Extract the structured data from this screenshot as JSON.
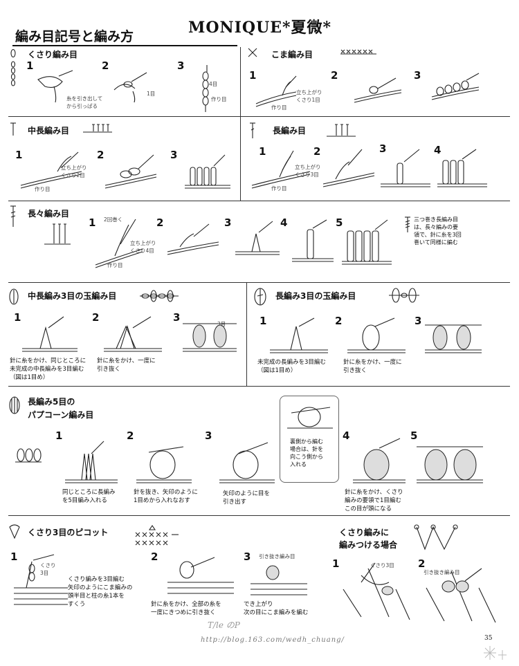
{
  "header": {
    "brand": "MONIQUE*夏微*",
    "page_title": "編み目記号と編み方",
    "page_number": "35"
  },
  "watermark": {
    "text": "T/le  のP",
    "url": "http://blog.163.com/wedh_chuang/"
  },
  "sections": {
    "chain": {
      "title": "くさり編み目",
      "steps": [
        "1",
        "2",
        "3"
      ],
      "ann1": "糸を引き出して\nから引っぱる",
      "ann2": "1目",
      "ann3": "4目",
      "ann4": "作り目"
    },
    "sc": {
      "title": "こま編み目",
      "steps": [
        "1",
        "2",
        "3"
      ],
      "ann1": "立ち上がり\nくさり1目",
      "ann2": "作り目"
    },
    "hdc": {
      "title": "中長編み目",
      "steps": [
        "1",
        "2",
        "3"
      ],
      "ann1": "立ち上がり\nくさり2目",
      "ann2": "作り目"
    },
    "dc": {
      "title": "長編み目",
      "steps": [
        "1",
        "2",
        "3",
        "4"
      ],
      "ann1": "立ち上がり\nくさり3目",
      "ann2": "作り目"
    },
    "tr": {
      "title": "長々編み目",
      "steps": [
        "1",
        "2",
        "3",
        "4",
        "5"
      ],
      "ann1": "2回巻く",
      "ann2": "立ち上がり\nくさり4目",
      "ann3": "作り目",
      "note": "三つ巻き長編み目\nは、長々編みの要\n領で、針に糸を3回\n巻いて同様に編む"
    },
    "hdc_bobble": {
      "title": "中長編み3目の玉編み目",
      "steps": [
        "1",
        "2",
        "3"
      ],
      "cap1": "針に糸をかけ、同じところに\n未完成の中長編みを3目編む\n（図は1目め）",
      "cap2": "針に糸をかけ、一度に\n引き抜く",
      "ann": "3目"
    },
    "dc_bobble": {
      "title": "長編み3目の玉編み目",
      "steps": [
        "1",
        "2",
        "3"
      ],
      "cap1": "未完成の長編みを3目編む\n（図は1目め）",
      "cap2": "針に糸をかけ、一度に\n引き抜く"
    },
    "popcorn": {
      "title": "長編み5目の\nパプコーン編み目",
      "steps": [
        "1",
        "2",
        "3",
        "4",
        "5"
      ],
      "cap1": "同じところに長編み\nを5目編み入れる",
      "cap2": "針を抜き、矢印のように\n1目めから入れなおす",
      "cap3": "矢印のように目を\n引き出す",
      "box": "裏側から編む\n場合は、針を\n向こう側から\n入れる",
      "cap4": "針に糸をかけ、くさり\n編みの要領で1目編む\nこの目が頭になる"
    },
    "picot": {
      "title": "くさり3目のピコット",
      "steps": [
        "1",
        "2",
        "3"
      ],
      "ann1": "くさり\n3目",
      "cap1": "くさり編みを3目編む\n矢印のようにこま編みの\n頭半目と柱の糸1本を\nすくう",
      "cap2": "針に糸をかけ、全部の糸を\n一度にきつめに引き抜く",
      "ann2": "引き抜き編み目",
      "cap3": "でき上がり\n次の目にこま編みを編む"
    },
    "onchain": {
      "title": "くさり編みに\n編みつける場合",
      "steps": [
        "1",
        "2"
      ],
      "ann1": "くさり3目",
      "ann2": "引き抜き編み目"
    }
  }
}
